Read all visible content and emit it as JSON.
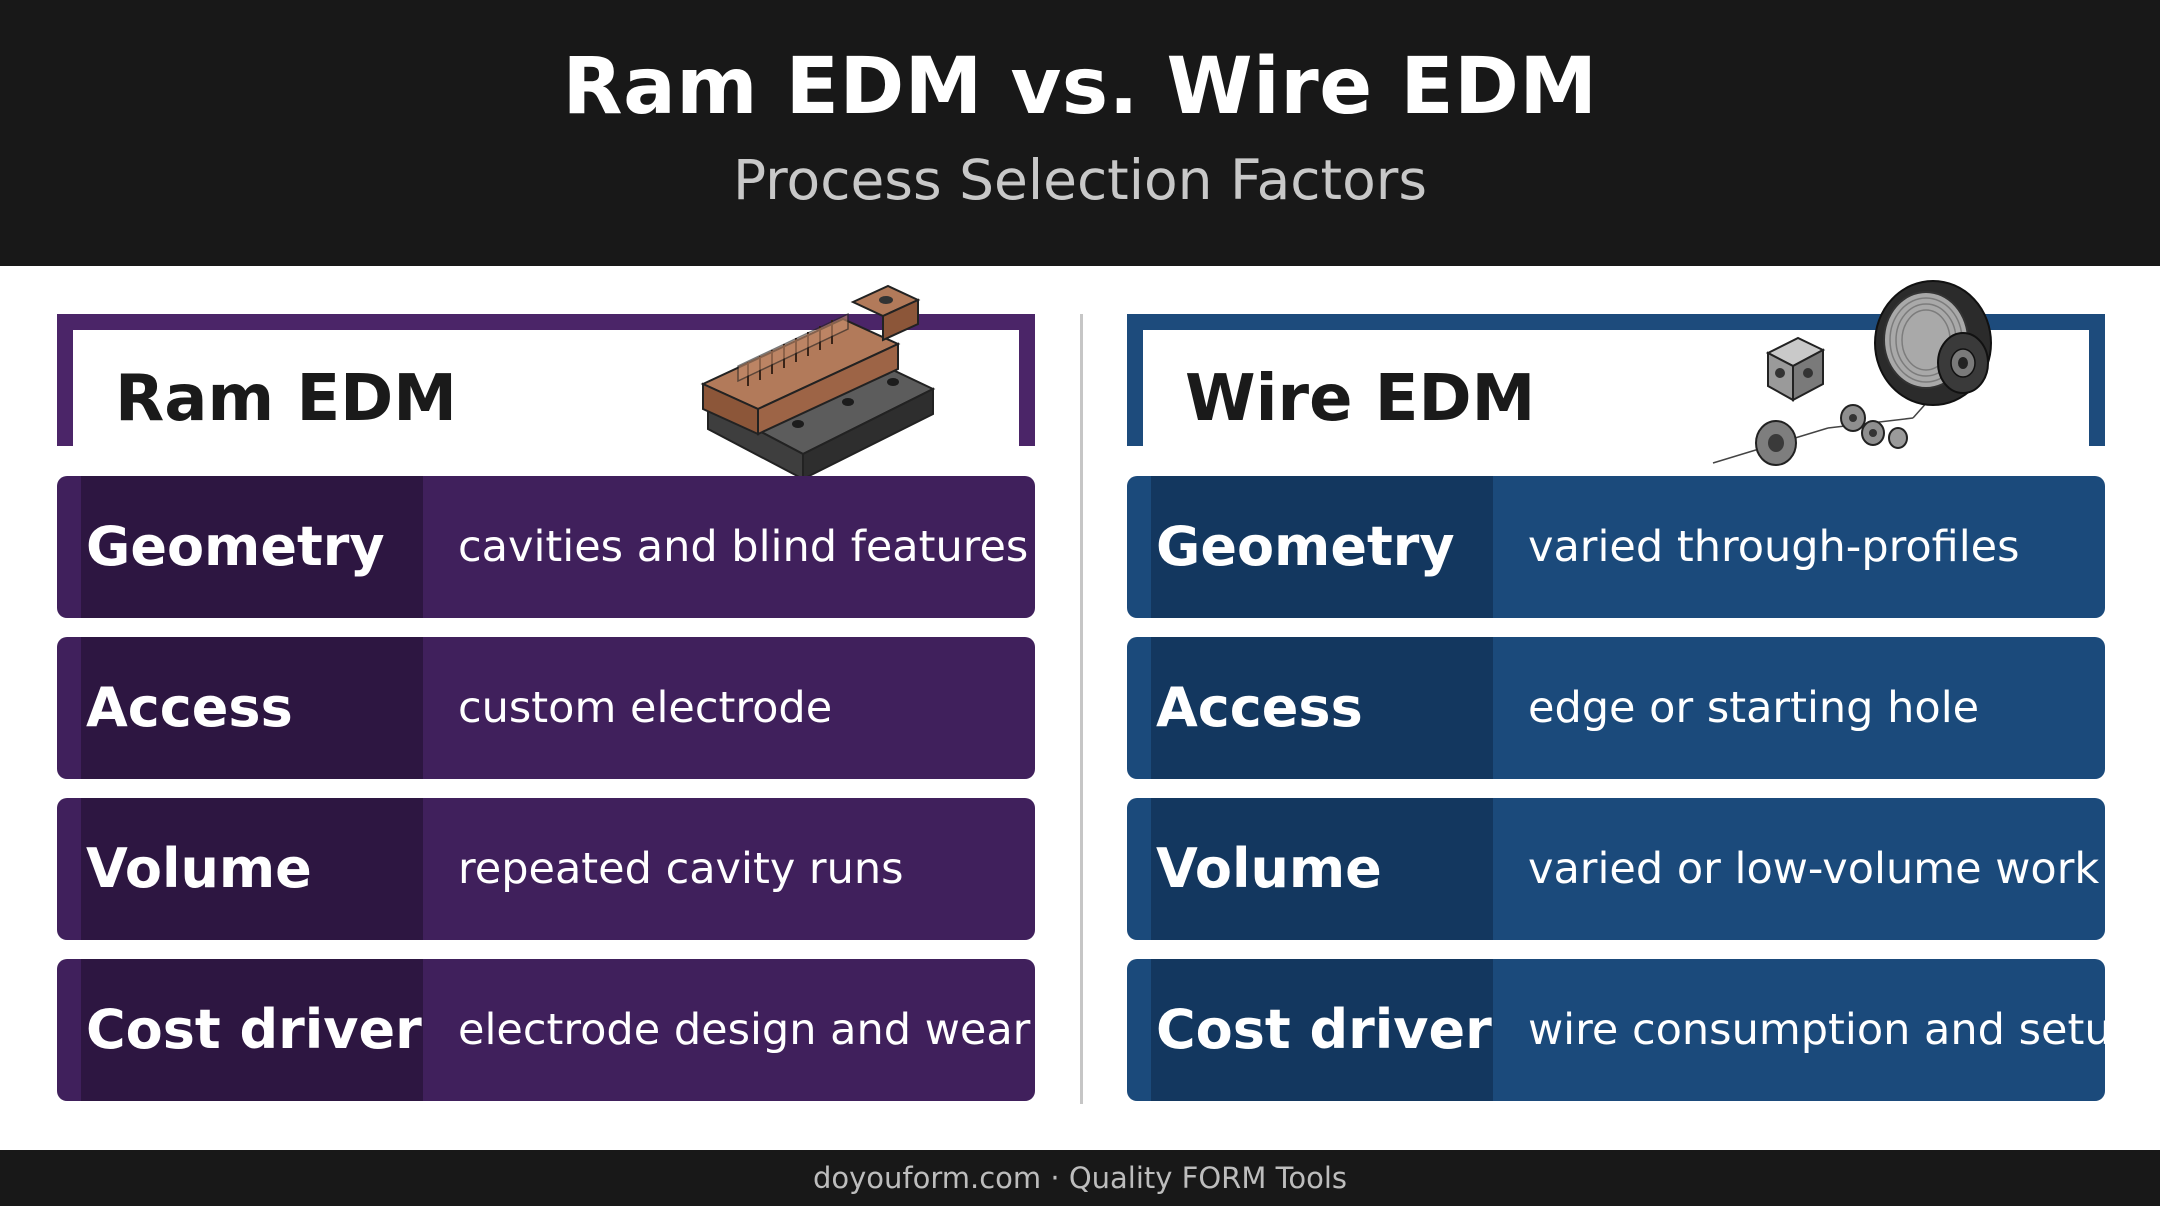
{
  "header": {
    "title": "Ram EDM vs. Wire EDM",
    "subtitle": "Process Selection Factors"
  },
  "panels": {
    "ram": {
      "title": "Ram EDM",
      "color": "#4b2568",
      "rows": [
        {
          "label": "Geometry",
          "value": "cavities and blind features"
        },
        {
          "label": "Access",
          "value": "custom electrode"
        },
        {
          "label": "Volume",
          "value": "repeated cavity runs"
        },
        {
          "label": "Cost driver",
          "value": "electrode design and wear"
        }
      ]
    },
    "wire": {
      "title": "Wire EDM",
      "color": "#1d4b7c",
      "rows": [
        {
          "label": "Geometry",
          "value": "varied through-profiles"
        },
        {
          "label": "Access",
          "value": "edge or starting hole"
        },
        {
          "label": "Volume",
          "value": "varied or low-volume work"
        },
        {
          "label": "Cost driver",
          "value": "wire consumption and setup"
        }
      ]
    }
  },
  "footer": {
    "text": "doyouform.com · Quality FORM Tools"
  }
}
